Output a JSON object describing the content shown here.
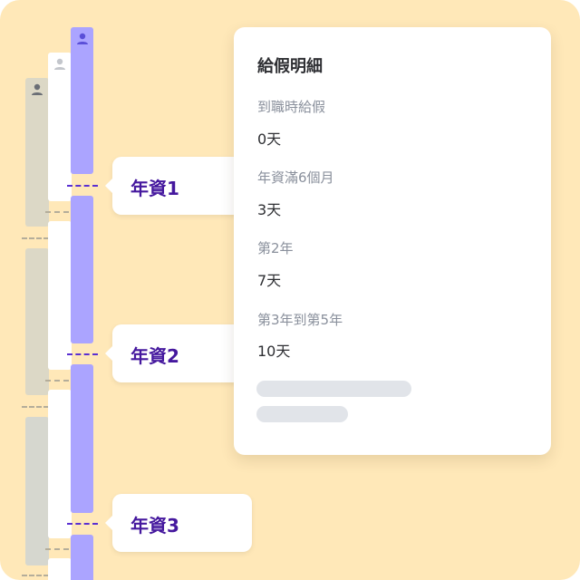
{
  "colors": {
    "background": "#ffe8b8",
    "accent_purple": "#aba4ff",
    "label_purple": "#45189e",
    "gray_bar": "#dcd8c6",
    "panel_bg": "#ffffff",
    "muted_text": "#8a909c",
    "skeleton": "#e1e4e9"
  },
  "timeline": {
    "tags": [
      {
        "label": "年資1"
      },
      {
        "label": "年資2"
      },
      {
        "label": "年資3"
      }
    ]
  },
  "leave_panel": {
    "title": "給假明細",
    "rows": [
      {
        "label": "到職時給假",
        "value": "0天"
      },
      {
        "label": "年資滿6個月",
        "value": "3天"
      },
      {
        "label": "第2年",
        "value": "7天"
      },
      {
        "label": "第3年到第5年",
        "value": "10天"
      }
    ]
  }
}
